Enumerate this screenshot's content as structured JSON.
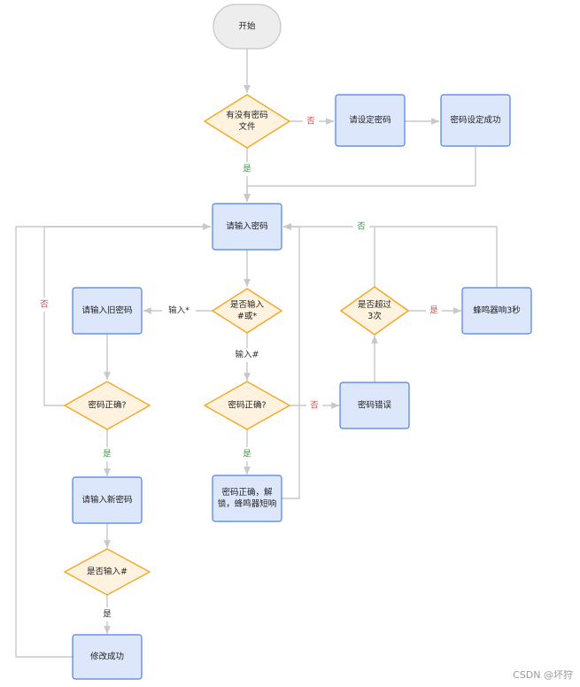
{
  "colors": {
    "start_fill": "#ededed",
    "start_stroke": "#c6c6c6",
    "process_fill": "#dce7fb",
    "process_stroke": "#4f7fe6",
    "decision_fill": "#fff3df",
    "decision_stroke": "#f5a623",
    "line": "#c8c8c8",
    "label_yes": "#3a9e3a",
    "label_no": "#e04848",
    "label_plain": "#333333"
  },
  "nodes": {
    "start": [
      "开始"
    ],
    "has_password_file": [
      "有没有密码",
      "文件"
    ],
    "please_set_password": [
      "请设定密码"
    ],
    "password_set_success": [
      "密码设定成功"
    ],
    "enter_password": [
      "请输入密码"
    ],
    "is_input_hash_or_star": [
      "是否输入",
      "#或*"
    ],
    "enter_old_password": [
      "请输入旧密码"
    ],
    "old_password_correct": [
      "密码正确?"
    ],
    "enter_new_password": [
      "请输入新密码"
    ],
    "is_input_hash": [
      "是否输入#"
    ],
    "modify_success": [
      "修改成功"
    ],
    "password_correct": [
      "密码正确?"
    ],
    "password_correct_unlock": [
      "密码正确，解",
      "锁，蜂鸣器短响"
    ],
    "password_error": [
      "密码错误"
    ],
    "exceed_three_times": [
      "是否超过",
      "3次"
    ],
    "buzzer_3s": [
      "蜂鸣器响3秒"
    ]
  },
  "edge_labels": {
    "no_set": "否",
    "yes_exists": "是",
    "input_star": "输入*",
    "input_hash": "输入#",
    "no_old_retry": "否",
    "yes_old_correct": "是",
    "yes_new_hash": "是",
    "no_wrong": "否",
    "yes_correct": "是",
    "no_not_exceed": "否",
    "yes_exceed": "是"
  },
  "watermark": "CSDN @坏狩"
}
